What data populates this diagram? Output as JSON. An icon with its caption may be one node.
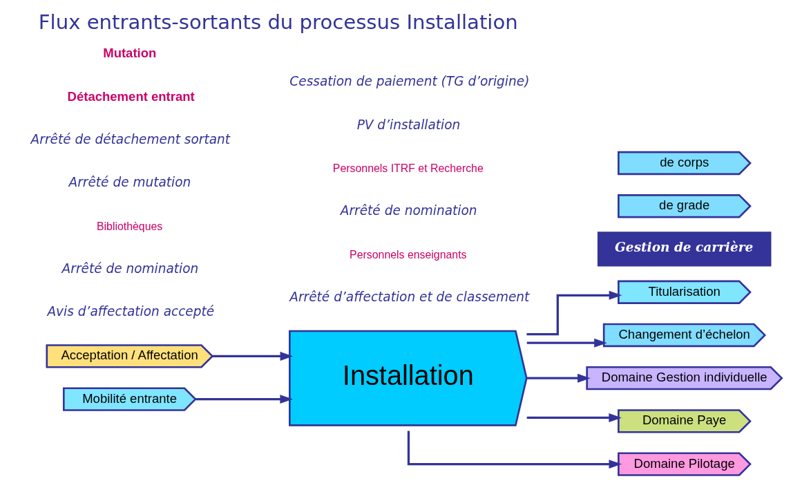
{
  "diagram": {
    "title": "Flux entrants-sortants du processus Installation",
    "nodes": [
      {
        "text": [
          "Acceptation / Affectation"
        ]
      },
      {
        "text": [
          "Mobilité entrante"
        ],
        "beside": [
          "Détachement entrant",
          "Mutation"
        ]
      },
      {
        "text": [
          "Installation"
        ]
      },
      {
        "text": [
          "Titularisation"
        ]
      },
      {
        "text": [
          "Changement d’échelon"
        ]
      },
      {
        "text": [
          "de grade"
        ]
      },
      {
        "text": [
          "de corps"
        ]
      },
      {
        "text": [
          "Domaine Gestion individuelle"
        ]
      },
      {
        "text": [
          "Domaine Paye"
        ]
      },
      {
        "text": [
          "Domaine Pilotage"
        ]
      }
    ],
    "edges": [
      {
        "from": 0,
        "to": 2,
        "arrow": "to"
      },
      {
        "from": 1,
        "to": 2,
        "arrow": "to"
      },
      {
        "from": 2,
        "to": 3,
        "arrow": "to"
      },
      {
        "from": 2,
        "to": 4,
        "arrow": "to"
      },
      {
        "from": 2,
        "to": 7,
        "arrow": "to"
      },
      {
        "from": 2,
        "to": 8,
        "arrow": "to"
      },
      {
        "from": 2,
        "to": 9,
        "arrow": "to"
      }
    ],
    "labels": [
      "Gestion de carrière",
      "Arrêté d’affectation et de classement",
      "Personnels enseignants",
      "Arrêté de nomination",
      "Personnels ITRF et Recherche",
      "Avis d’affectation accepté",
      "Arrêté de nomination",
      "Bibliothèques",
      "Arrêté de mutation",
      "Arrêté de détachement sortant",
      "PV d’installation",
      "Cessation de paiement (TG d’origine)"
    ]
  }
}
